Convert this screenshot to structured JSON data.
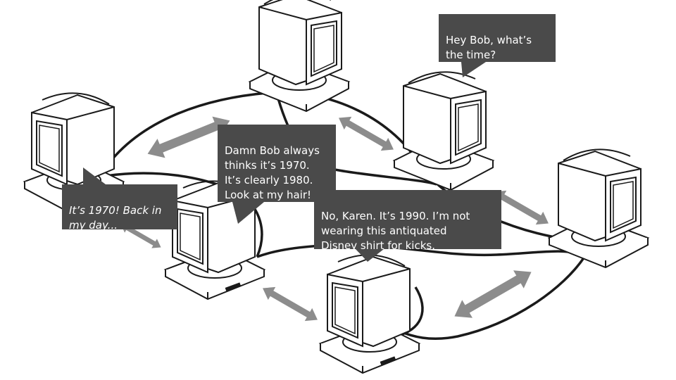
{
  "bubbles": {
    "time_question": "Hey Bob, what’s\nthe time?",
    "bob_1970_remark": "Damn Bob always\nthinks it’s 1970.\nIt’s clearly 1980.\nLook at my hair!",
    "bob_1970_claim": "It’s 1970! Back in\nmy day...",
    "karen_1990_reply": "No, Karen. It’s 1990. I’m not\nwearing this antiquated\nDisney shirt for kicks."
  },
  "colors": {
    "bubble": "#4a4a4a",
    "arrow": "#8c8c8c",
    "cable": "#1a1a1a",
    "outline": "#1a1a1a",
    "screen": "#ffffff"
  },
  "icons": {
    "node": "crt-computer-icon",
    "link": "double-headed-arrow-icon"
  }
}
